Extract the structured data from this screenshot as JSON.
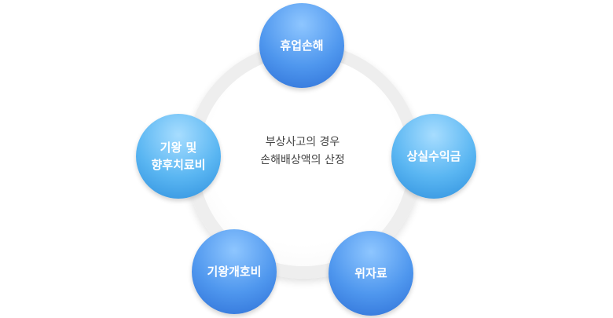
{
  "center": {
    "line1": "부상사고의 경우",
    "line2": "손해배상액의 산정"
  },
  "nodes": [
    {
      "id": "lost-wages",
      "label": "휴업손해"
    },
    {
      "id": "lost-earnings",
      "label": "상실수익금"
    },
    {
      "id": "consolation",
      "label": "위자료"
    },
    {
      "id": "prior-care",
      "label": "기왕개호비"
    },
    {
      "id": "medical-costs",
      "label": "기왕 및\n향후치료비"
    }
  ],
  "colors": {
    "node_blue": "#4f97ee",
    "node_cyan": "#5ab6f2",
    "ring": "#eeeeee",
    "center_text": "#444444"
  }
}
